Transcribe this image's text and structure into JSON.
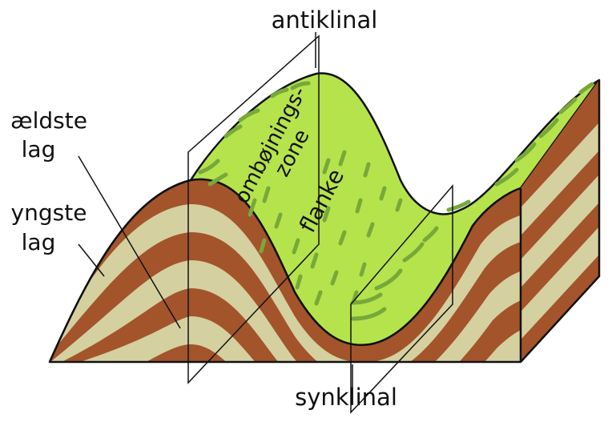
{
  "labels": {
    "anticline": "antiklinal",
    "oldest_line1": "ældste",
    "oldest_line2": "lag",
    "youngest_line1": "yngste",
    "youngest_line2": "lag",
    "hinge_line1": "ombøjnings-",
    "hinge_line2": "zone",
    "limb": "flanke",
    "syncline": "synklinal"
  },
  "colors": {
    "brown_layer": "#a3542a",
    "tan_layer": "#d4d0a0",
    "surface_green": "#b4e34c",
    "dash_green": "#78a83a",
    "outline": "#111111"
  }
}
